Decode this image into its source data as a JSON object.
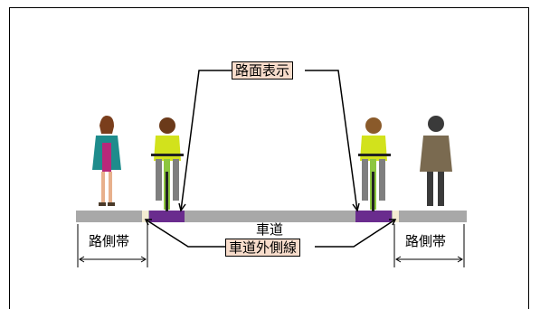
{
  "labels": {
    "road_marking": "路面表示",
    "roadway": "車道",
    "roadway_edge_line": "車道外側線",
    "shoulder_left": "路側帯",
    "shoulder_right": "路側帯"
  },
  "colors": {
    "road": "#a8a8a8",
    "marking": "#6a2c8e",
    "edge_line": "#f4ecd2",
    "tag_fill": "#f7dccb",
    "cyclist_shirt": "#d2e21c",
    "cyclist_pants": "#7f7f7f",
    "bicycle_frame": "#8dc63f",
    "pedestrian_left_coat": "#1e8c8c",
    "pedestrian_left_skirt": "#b8287a",
    "pedestrian_right_coat": "#7a6a50"
  },
  "figures": {
    "left": [
      "pedestrian-female",
      "cyclist"
    ],
    "right": [
      "cyclist",
      "pedestrian-male"
    ]
  }
}
